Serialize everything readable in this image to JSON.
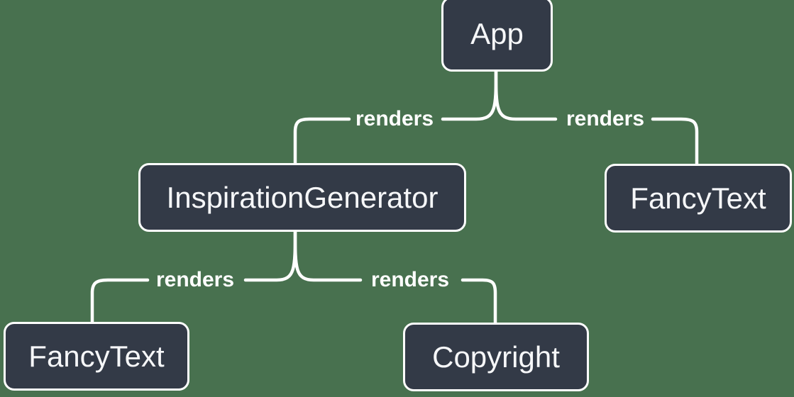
{
  "diagram": {
    "background_color": "#48714F",
    "node_fill_color": "#333A47",
    "node_border_color": "#FFFFFF",
    "edge_color": "#FFFFFF",
    "text_color": "#F6F7F9",
    "nodes": [
      {
        "id": "app",
        "label": "App"
      },
      {
        "id": "inspiration-generator",
        "label": "InspirationGenerator"
      },
      {
        "id": "fancy-text-top",
        "label": "FancyText"
      },
      {
        "id": "fancy-text-bottom",
        "label": "FancyText"
      },
      {
        "id": "copyright",
        "label": "Copyright"
      }
    ],
    "edges": [
      {
        "from": "App",
        "to": "InspirationGenerator",
        "label": "renders"
      },
      {
        "from": "App",
        "to": "FancyText",
        "label": "renders"
      },
      {
        "from": "InspirationGenerator",
        "to": "FancyText",
        "label": "renders"
      },
      {
        "from": "InspirationGenerator",
        "to": "Copyright",
        "label": "renders"
      }
    ]
  }
}
